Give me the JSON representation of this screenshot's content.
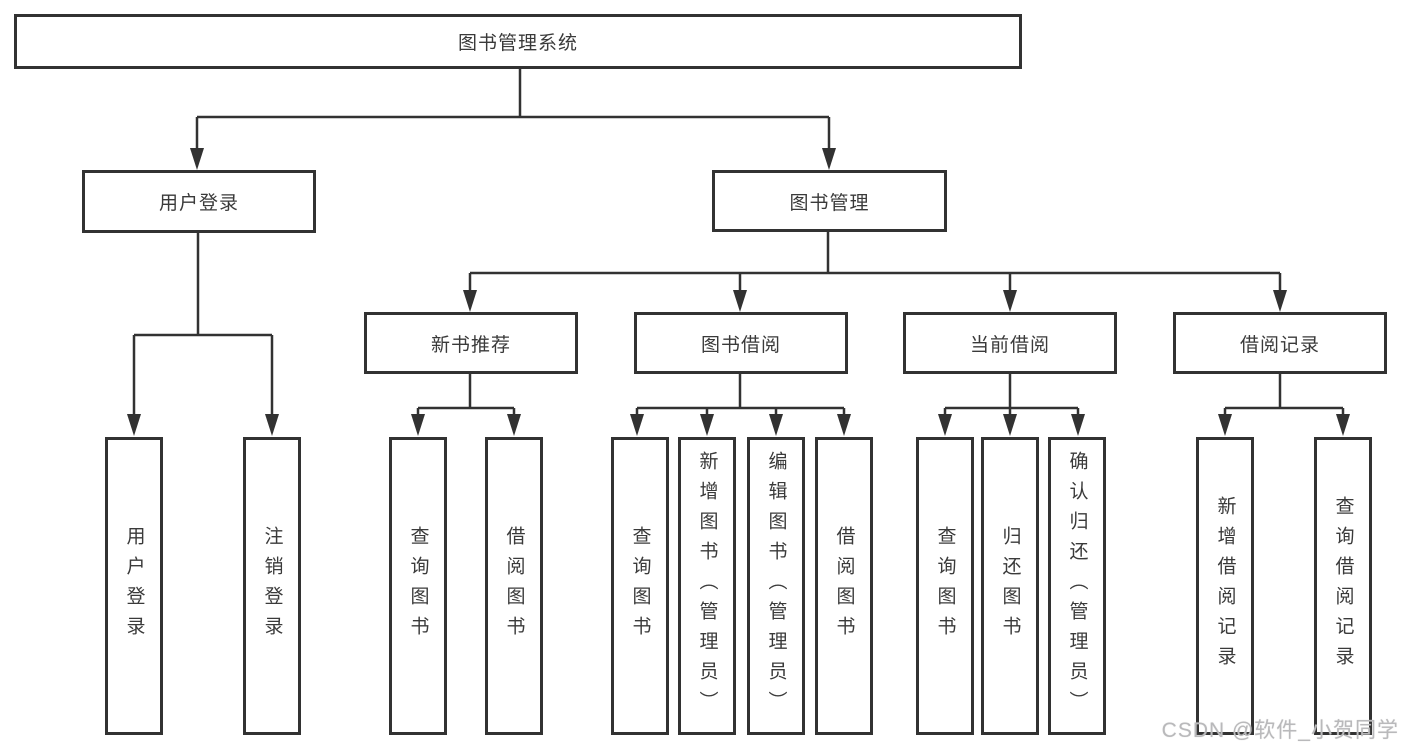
{
  "diagram": {
    "tree": {
      "root": "图书管理系统",
      "children": [
        {
          "label": "用户登录",
          "children": [
            "用户登录",
            "注销登录"
          ]
        },
        {
          "label": "图书管理",
          "children": [
            {
              "label": "新书推荐",
              "children": [
                "查询图书",
                "借阅图书"
              ]
            },
            {
              "label": "图书借阅",
              "children": [
                "查询图书",
                "新增图书（管理员）",
                "编辑图书（管理员）",
                "借阅图书"
              ]
            },
            {
              "label": "当前借阅",
              "children": [
                "查询图书",
                "归还图书",
                "确认归还（管理员）"
              ]
            },
            {
              "label": "借阅记录",
              "children": [
                "新增借阅记录",
                "查询借阅记录"
              ]
            }
          ]
        }
      ]
    },
    "colors": {
      "line": "#323232",
      "text": "#3a3a3a",
      "watermark": "#b9b9bb",
      "background": "#ffffff"
    }
  },
  "watermark": {
    "text": "CSDN @软件_小贺同学"
  }
}
